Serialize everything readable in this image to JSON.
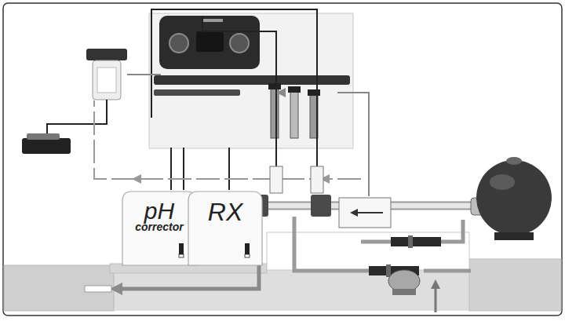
{
  "diagram": {
    "nodes": [
      {
        "text": [
          "pH",
          "corrector"
        ]
      },
      {
        "text": [
          "RX"
        ]
      }
    ]
  }
}
